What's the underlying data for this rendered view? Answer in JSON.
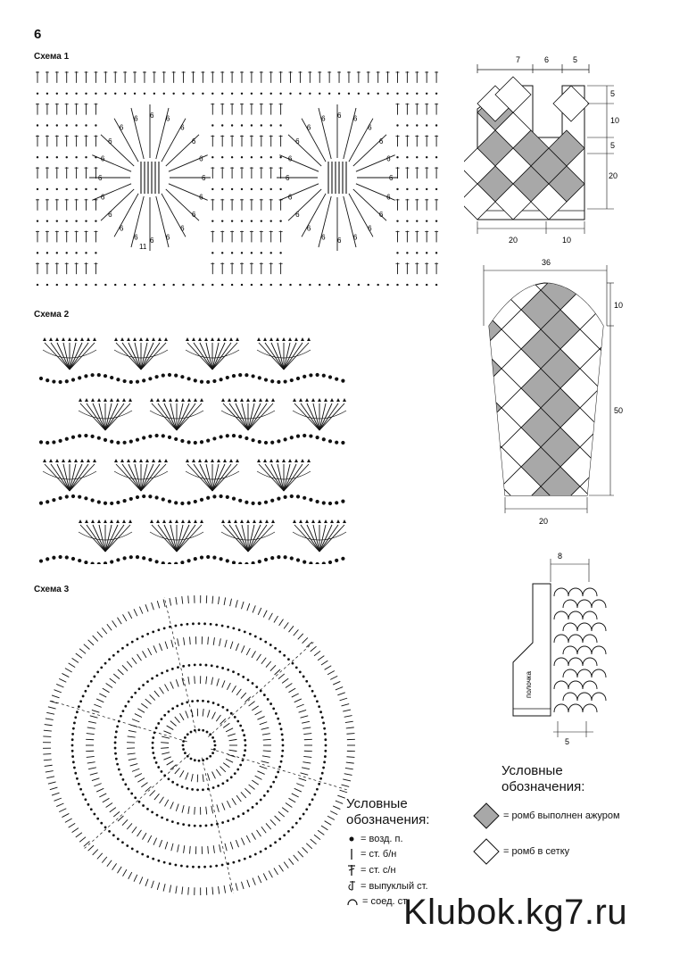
{
  "page": {
    "number": "6"
  },
  "schemes": {
    "scheme1_title": "Схема 1",
    "scheme2_title": "Схема 2",
    "scheme3_title": "Схема 3",
    "scheme1_count_label": "6",
    "scheme1_bottom_label": "11"
  },
  "jacket_pattern": {
    "front_top_dims": [
      "7",
      "6",
      "5"
    ],
    "front_side_dims": [
      "5",
      "10",
      "5",
      "20"
    ],
    "front_bottom_dims": [
      "20",
      "10"
    ],
    "sleeve_top_dim": "36",
    "sleeve_side_dims": [
      "10",
      "50"
    ],
    "sleeve_bottom_dim": "20",
    "edging_top_dim": "8",
    "edging_bottom_dim": "5",
    "edging_panel_label": "полочка"
  },
  "legend_left": {
    "title_line1": "Условные",
    "title_line2": "обозначения:",
    "items": [
      {
        "symbol": "dot-icon",
        "text": "= возд. п."
      },
      {
        "symbol": "sc-icon",
        "text": "= ст. б/н"
      },
      {
        "symbol": "dc-icon",
        "text": "= ст. с/н"
      },
      {
        "symbol": "raised-stitch-icon",
        "text": "= выпуклый ст."
      },
      {
        "symbol": "slip-stitch-icon",
        "text": "= соед. ст."
      }
    ]
  },
  "legend_right": {
    "title_line1": "Условные",
    "title_line2": "обозначения:",
    "items": [
      {
        "symbol": "filled-diamond-icon",
        "text": "= ромб выполнен ажуром",
        "color": "#a8a8a8"
      },
      {
        "symbol": "empty-diamond-icon",
        "text": "= ромб в сетку",
        "color": "#ffffff"
      }
    ]
  },
  "watermark": "Klubok.kg7.ru",
  "colors": {
    "ink": "#111111",
    "diamond_fill": "#a8a8a8"
  }
}
